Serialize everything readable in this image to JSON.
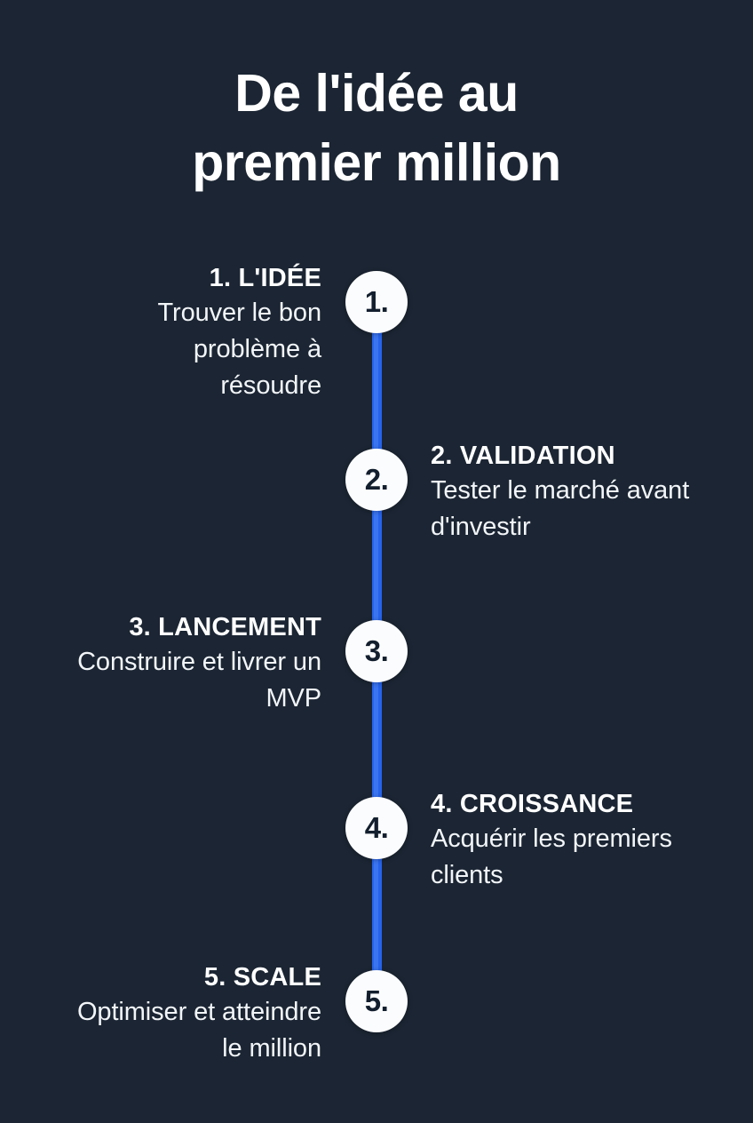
{
  "theme": {
    "background_color": "#1b2533",
    "accent_color": "#2563eb",
    "marker_fill": "#fbfcfd",
    "marker_text_color": "#131f2e",
    "title_color": "#ffffff",
    "body_text_color": "#f2f5f8"
  },
  "header": {
    "title_line_1": "De l'idée au",
    "title_line_2": "premier million",
    "title_full": "De l'idée au premier million"
  },
  "timeline": {
    "orientation": "vertical",
    "step_count": 5,
    "steps": [
      {
        "marker": "1.",
        "title": "1. L'IDÉE",
        "description": "Trouver le bon problème à résoudre",
        "side": "left"
      },
      {
        "marker": "2.",
        "title": "2. VALIDATION",
        "description": "Tester le marché avant d'investir",
        "side": "right"
      },
      {
        "marker": "3.",
        "title": "3. LANCEMENT",
        "description": "Construire et livrer un MVP",
        "side": "left"
      },
      {
        "marker": "4.",
        "title": "4. CROISSANCE",
        "description": "Acquérir les premiers clients",
        "side": "right"
      },
      {
        "marker": "5.",
        "title": "5. SCALE",
        "description": "Optimiser et atteindre le million",
        "side": "left"
      }
    ]
  }
}
